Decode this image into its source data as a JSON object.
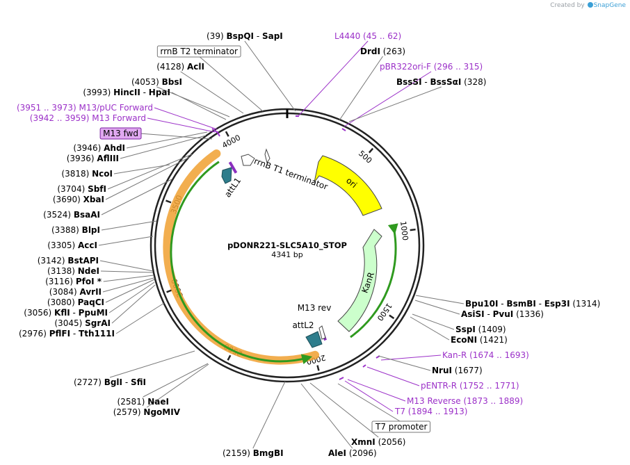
{
  "credit": {
    "prefix": "Created by",
    "brand": "SnapGene"
  },
  "plasmid": {
    "name": "pDONR221-SLC5A10_STOP",
    "size_label": "4341 bp",
    "total_bp": 4341
  },
  "ticks": [
    "500",
    "1000",
    "1500",
    "2000",
    "2500",
    "3000",
    "3500",
    "4000"
  ],
  "features": {
    "rrnB_T1_terminator": "rrnB T1 terminator",
    "ori": "ori",
    "KanR": "KanR",
    "attL1": "attL1",
    "attL2": "attL2",
    "M13_rev": "M13 rev"
  },
  "colors": {
    "ori": "#ffff00",
    "kanr": "#ccffcc",
    "att": "#2e7d8c",
    "primer": "#9b30c8",
    "arc_green": "#2f9a1f",
    "arc_orange": "#f0a030",
    "enzyme": "#000000"
  },
  "labels_right": [
    {
      "type": "enzyme",
      "pos": "(39)",
      "name": "BspQI",
      "sep": "-",
      "name2": "SapI"
    },
    {
      "type": "primer",
      "name": "L4440",
      "range": "(45 .. 62)"
    },
    {
      "type": "enzyme",
      "name": "DrdI",
      "pos": "(263)"
    },
    {
      "type": "primer",
      "name": "pBR322ori-F",
      "range": "(296 .. 315)"
    },
    {
      "type": "enzyme",
      "name": "BssSI",
      "sep": "-",
      "name2": "BssSαI",
      "pos": "(328)"
    },
    {
      "type": "enzyme",
      "name": "Bpu10I",
      "sep": "-",
      "name2": "BsmBI",
      "sep2": "-",
      "name3": "Esp3I",
      "pos": "(1314)"
    },
    {
      "type": "enzyme",
      "name": "AsiSI",
      "sep": "-",
      "name2": "PvuI",
      "pos": "(1336)"
    },
    {
      "type": "enzyme",
      "name": "SspI",
      "pos": "(1409)"
    },
    {
      "type": "enzyme",
      "name": "EcoNI",
      "pos": "(1421)"
    },
    {
      "type": "primer",
      "name": "Kan-R",
      "range": "(1674 .. 1693)"
    },
    {
      "type": "enzyme",
      "name": "NruI",
      "pos": "(1677)"
    },
    {
      "type": "primer",
      "name": "pENTR-R",
      "range": "(1752 .. 1771)"
    },
    {
      "type": "primer",
      "name": "M13 Reverse",
      "range": "(1873 .. 1889)"
    },
    {
      "type": "primer",
      "name": "T7",
      "range": "(1894 .. 1913)"
    },
    {
      "type": "boxed",
      "name": "T7 promoter"
    },
    {
      "type": "enzyme",
      "name": "XmnI",
      "pos": "(2056)"
    },
    {
      "type": "enzyme",
      "name": "AleI",
      "pos": "(2096)"
    },
    {
      "type": "enzyme",
      "pos": "(2159)",
      "name": "BmgBI"
    }
  ],
  "labels_left": [
    {
      "type": "boxed",
      "name": "rrnB T2 terminator"
    },
    {
      "type": "enzyme",
      "pos": "(4128)",
      "name": "AclI"
    },
    {
      "type": "enzyme",
      "pos": "(4053)",
      "name": "BbsI"
    },
    {
      "type": "enzyme",
      "pos": "(3993)",
      "name": "HincII",
      "sep": "-",
      "name2": "HpaI"
    },
    {
      "type": "primer",
      "range": "(3951 .. 3973)",
      "name": "M13/pUC Forward"
    },
    {
      "type": "primer",
      "range": "(3942 .. 3959)",
      "name": "M13 Forward"
    },
    {
      "type": "boxed_purple",
      "name": "M13 fwd"
    },
    {
      "type": "enzyme",
      "pos": "(3946)",
      "name": "AhdI"
    },
    {
      "type": "enzyme",
      "pos": "(3936)",
      "name": "AflIII"
    },
    {
      "type": "enzyme",
      "pos": "(3818)",
      "name": "NcoI"
    },
    {
      "type": "enzyme",
      "pos": "(3704)",
      "name": "SbfI"
    },
    {
      "type": "enzyme",
      "pos": "(3690)",
      "name": "XbaI"
    },
    {
      "type": "enzyme",
      "pos": "(3524)",
      "name": "BsaAI"
    },
    {
      "type": "enzyme",
      "pos": "(3388)",
      "name": "BlpI"
    },
    {
      "type": "enzyme",
      "pos": "(3305)",
      "name": "AccI"
    },
    {
      "type": "enzyme",
      "pos": "(3142)",
      "name": "BstAPI"
    },
    {
      "type": "enzyme",
      "pos": "(3138)",
      "name": "NdeI"
    },
    {
      "type": "enzyme",
      "pos": "(3116)",
      "name": "PfoI *"
    },
    {
      "type": "enzyme",
      "pos": "(3084)",
      "name": "AvrII"
    },
    {
      "type": "enzyme",
      "pos": "(3080)",
      "name": "PaqCI"
    },
    {
      "type": "enzyme",
      "pos": "(3056)",
      "name": "KflI",
      "sep": "-",
      "name2": "PpuMI"
    },
    {
      "type": "enzyme",
      "pos": "(3045)",
      "name": "SgrAI"
    },
    {
      "type": "enzyme",
      "pos": "(2976)",
      "name": "PflFI",
      "sep": "-",
      "name2": "Tth111I"
    },
    {
      "type": "enzyme",
      "pos": "(2727)",
      "name": "BglI",
      "sep": "-",
      "name2": "SfiI"
    },
    {
      "type": "enzyme",
      "pos": "(2581)",
      "name": "NaeI"
    },
    {
      "type": "enzyme",
      "pos": "(2579)",
      "name": "NgoMIV"
    }
  ]
}
